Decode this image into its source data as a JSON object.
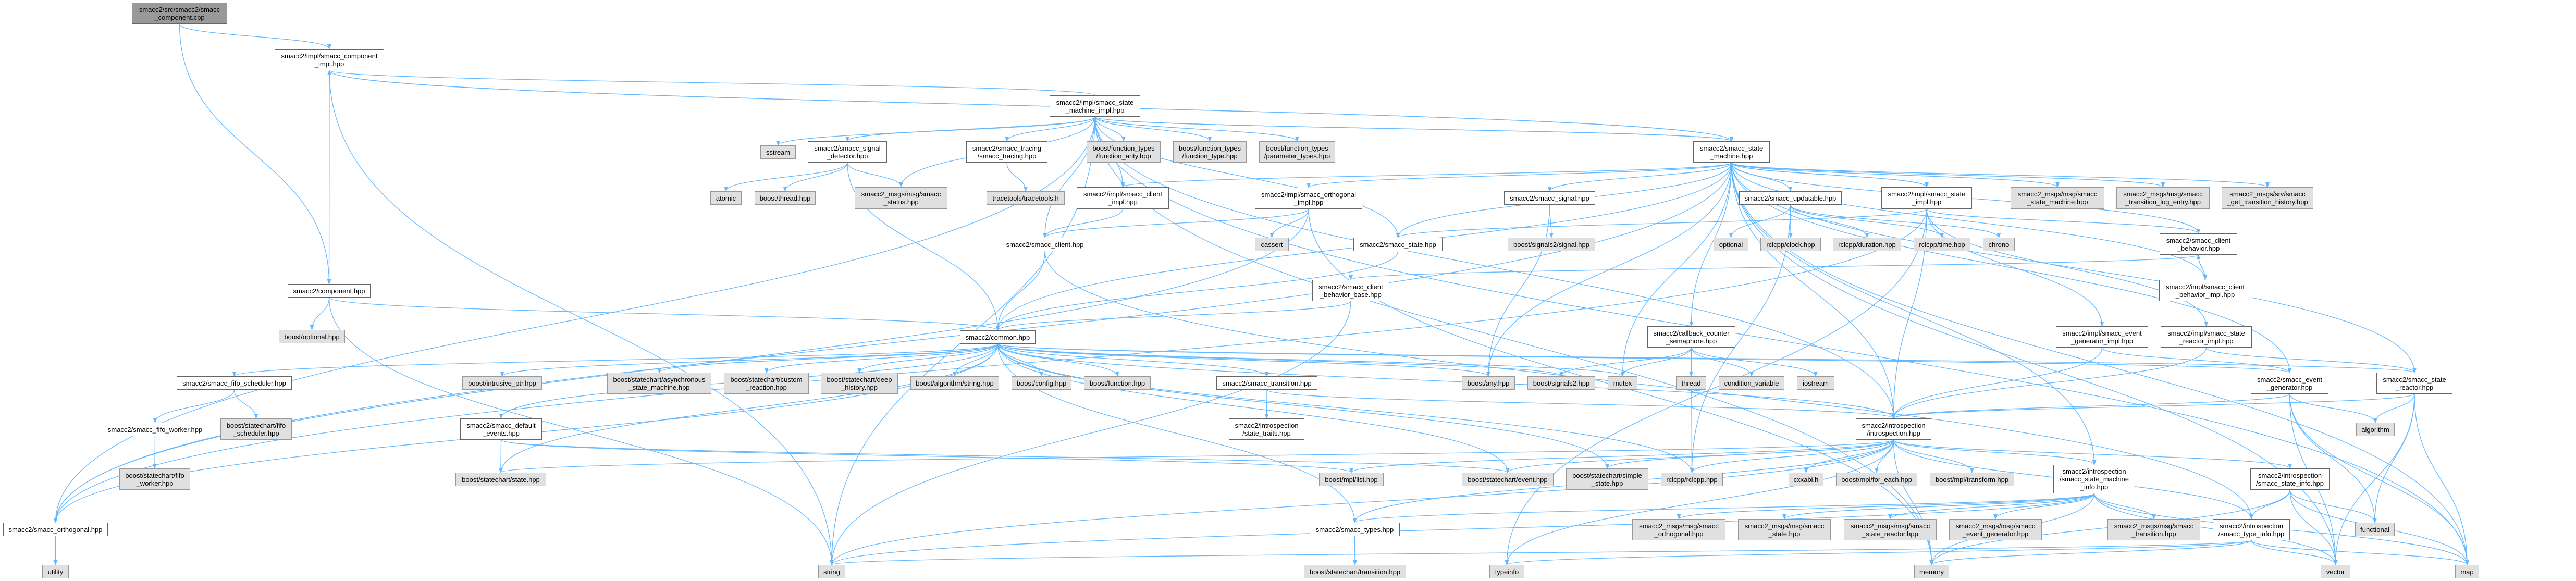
{
  "graph": {
    "title": "Include dependency graph for smacc_component.cpp",
    "edge_color": "#63b8ff",
    "colors": {
      "focus_fill": "#999999",
      "internal_fill": "#ffffff",
      "external_fill": "#e0e0e0"
    }
  },
  "nodes": [
    {
      "id": "src",
      "kind": "focus",
      "lines": [
        "smacc2/src/smacc2/smacc",
        "_component.cpp"
      ]
    },
    {
      "id": "cimpl",
      "kind": "internal",
      "lines": [
        "smacc2/impl/smacc_component",
        "_impl.hpp"
      ]
    },
    {
      "id": "comp",
      "kind": "internal",
      "lines": [
        "smacc2/component.hpp"
      ]
    },
    {
      "id": "opt",
      "kind": "external",
      "lines": [
        "boost/optional.hpp"
      ]
    },
    {
      "id": "smimpl",
      "kind": "internal",
      "lines": [
        "smacc2/impl/smacc_state",
        "_machine_impl.hpp"
      ]
    },
    {
      "id": "sstream",
      "kind": "external",
      "lines": [
        "sstream"
      ]
    },
    {
      "id": "sigdet",
      "kind": "internal",
      "lines": [
        "smacc2/smacc_signal",
        "_detector.hpp"
      ]
    },
    {
      "id": "tracing",
      "kind": "internal",
      "lines": [
        "smacc2/smacc_tracing",
        "/smacc_tracing.hpp"
      ]
    },
    {
      "id": "farity",
      "kind": "external",
      "lines": [
        "boost/function_types",
        "/function_arity.hpp"
      ]
    },
    {
      "id": "ftype",
      "kind": "external",
      "lines": [
        "boost/function_types",
        "/function_type.hpp"
      ]
    },
    {
      "id": "ptypes",
      "kind": "external",
      "lines": [
        "boost/function_types",
        "/parameter_types.hpp"
      ]
    },
    {
      "id": "sm",
      "kind": "internal",
      "lines": [
        "smacc2/smacc_state",
        "_machine.hpp"
      ]
    },
    {
      "id": "atomic",
      "kind": "external",
      "lines": [
        "atomic"
      ]
    },
    {
      "id": "bthread",
      "kind": "external",
      "lines": [
        "boost/thread.hpp"
      ]
    },
    {
      "id": "status",
      "kind": "external",
      "lines": [
        "smacc2_msgs/msg/smacc",
        "_status.hpp"
      ]
    },
    {
      "id": "tracetools",
      "kind": "external",
      "lines": [
        "tracetools/tracetools.h"
      ]
    },
    {
      "id": "climpl",
      "kind": "internal",
      "lines": [
        "smacc2/impl/smacc_client",
        "_impl.hpp"
      ]
    },
    {
      "id": "orthimpl",
      "kind": "internal",
      "lines": [
        "smacc2/impl/smacc_orthogonal",
        "_impl.hpp"
      ]
    },
    {
      "id": "signal",
      "kind": "internal",
      "lines": [
        "smacc2/smacc_signal.hpp"
      ]
    },
    {
      "id": "upd",
      "kind": "internal",
      "lines": [
        "smacc2/smacc_updatable.hpp"
      ]
    },
    {
      "id": "stimpl",
      "kind": "internal",
      "lines": [
        "smacc2/impl/smacc_state",
        "_impl.hpp"
      ]
    },
    {
      "id": "msgsm",
      "kind": "external",
      "lines": [
        "smacc2_msgs/msg/smacc",
        "_state_machine.hpp"
      ]
    },
    {
      "id": "tle",
      "kind": "external",
      "lines": [
        "smacc2_msgs/msg/smacc",
        "_transition_log_entry.hpp"
      ]
    },
    {
      "id": "gth",
      "kind": "external",
      "lines": [
        "smacc2_msgs/srv/smacc",
        "_get_transition_history.hpp"
      ]
    },
    {
      "id": "client",
      "kind": "internal",
      "lines": [
        "smacc2/smacc_client.hpp"
      ]
    },
    {
      "id": "cassert",
      "kind": "external",
      "lines": [
        "cassert"
      ]
    },
    {
      "id": "state",
      "kind": "internal",
      "lines": [
        "smacc2/smacc_state.hpp"
      ]
    },
    {
      "id": "s2sig",
      "kind": "external",
      "lines": [
        "boost/signals2/signal.hpp"
      ]
    },
    {
      "id": "optional",
      "kind": "external",
      "lines": [
        "optional"
      ]
    },
    {
      "id": "clock",
      "kind": "external",
      "lines": [
        "rclcpp/clock.hpp"
      ]
    },
    {
      "id": "duration",
      "kind": "external",
      "lines": [
        "rclcpp/duration.hpp"
      ]
    },
    {
      "id": "time",
      "kind": "external",
      "lines": [
        "rclcpp/time.hpp"
      ]
    },
    {
      "id": "chrono",
      "kind": "external",
      "lines": [
        "chrono"
      ]
    },
    {
      "id": "cb",
      "kind": "internal",
      "lines": [
        "smacc2/smacc_client",
        "_behavior.hpp"
      ]
    },
    {
      "id": "cbbase",
      "kind": "internal",
      "lines": [
        "smacc2/smacc_client",
        "_behavior_base.hpp"
      ]
    },
    {
      "id": "cbimpl",
      "kind": "internal",
      "lines": [
        "smacc2/impl/smacc_client",
        "_behavior_impl.hpp"
      ]
    },
    {
      "id": "common",
      "kind": "internal",
      "lines": [
        "smacc2/common.hpp"
      ]
    },
    {
      "id": "ccs",
      "kind": "internal",
      "lines": [
        "smacc2/callback_counter",
        "_semaphore.hpp"
      ]
    },
    {
      "id": "egimpl",
      "kind": "internal",
      "lines": [
        "smacc2/impl/smacc_event",
        "_generator_impl.hpp"
      ]
    },
    {
      "id": "srimpl",
      "kind": "internal",
      "lines": [
        "smacc2/impl/smacc_state",
        "_reactor_impl.hpp"
      ]
    },
    {
      "id": "fifos",
      "kind": "internal",
      "lines": [
        "smacc2/smacc_fifo_scheduler.hpp"
      ]
    },
    {
      "id": "intr",
      "kind": "external",
      "lines": [
        "boost/intrusive_ptr.hpp"
      ]
    },
    {
      "id": "async",
      "kind": "external",
      "lines": [
        "boost/statechart/asynchronous",
        "_state_machine.hpp"
      ]
    },
    {
      "id": "custom",
      "kind": "external",
      "lines": [
        "boost/statechart/custom",
        "_reaction.hpp"
      ]
    },
    {
      "id": "deep",
      "kind": "external",
      "lines": [
        "boost/statechart/deep",
        "_history.hpp"
      ]
    },
    {
      "id": "algstr",
      "kind": "external",
      "lines": [
        "boost/algorithm/string.hpp"
      ]
    },
    {
      "id": "config",
      "kind": "external",
      "lines": [
        "boost/config.hpp"
      ]
    },
    {
      "id": "function",
      "kind": "external",
      "lines": [
        "boost/function.hpp"
      ]
    },
    {
      "id": "trans",
      "kind": "internal",
      "lines": [
        "smacc2/smacc_transition.hpp"
      ]
    },
    {
      "id": "any",
      "kind": "external",
      "lines": [
        "boost/any.hpp"
      ]
    },
    {
      "id": "signals2",
      "kind": "external",
      "lines": [
        "boost/signals2.hpp"
      ]
    },
    {
      "id": "mutex",
      "kind": "external",
      "lines": [
        "mutex"
      ]
    },
    {
      "id": "thread",
      "kind": "external",
      "lines": [
        "thread"
      ]
    },
    {
      "id": "condvar",
      "kind": "external",
      "lines": [
        "condition_variable"
      ]
    },
    {
      "id": "iostream",
      "kind": "external",
      "lines": [
        "iostream"
      ]
    },
    {
      "id": "eg",
      "kind": "internal",
      "lines": [
        "smacc2/smacc_event",
        "_generator.hpp"
      ]
    },
    {
      "id": "sr",
      "kind": "internal",
      "lines": [
        "smacc2/smacc_state",
        "_reactor.hpp"
      ]
    },
    {
      "id": "fifow",
      "kind": "internal",
      "lines": [
        "smacc2/smacc_fifo_worker.hpp"
      ]
    },
    {
      "id": "bfifos",
      "kind": "external",
      "lines": [
        "boost/statechart/fifo",
        "_scheduler.hpp"
      ]
    },
    {
      "id": "defev",
      "kind": "internal",
      "lines": [
        "smacc2/smacc_default",
        "_events.hpp"
      ]
    },
    {
      "id": "traits",
      "kind": "internal",
      "lines": [
        "smacc2/introspection",
        "/state_traits.hpp"
      ]
    },
    {
      "id": "intro",
      "kind": "internal",
      "lines": [
        "smacc2/introspection",
        "/introspection.hpp"
      ]
    },
    {
      "id": "algorithm",
      "kind": "external",
      "lines": [
        "algorithm"
      ]
    },
    {
      "id": "bfifow",
      "kind": "external",
      "lines": [
        "boost/statechart/fifo",
        "_worker.hpp"
      ]
    },
    {
      "id": "bstate",
      "kind": "external",
      "lines": [
        "boost/statechart/state.hpp"
      ]
    },
    {
      "id": "mpllist",
      "kind": "external",
      "lines": [
        "boost/mpl/list.hpp"
      ]
    },
    {
      "id": "event",
      "kind": "external",
      "lines": [
        "boost/statechart/event.hpp"
      ]
    },
    {
      "id": "simple",
      "kind": "external",
      "lines": [
        "boost/statechart/simple",
        "_state.hpp"
      ]
    },
    {
      "id": "rclcpp",
      "kind": "external",
      "lines": [
        "rclcpp/rclcpp.hpp"
      ]
    },
    {
      "id": "cxxabi",
      "kind": "external",
      "lines": [
        "cxxabi.h"
      ]
    },
    {
      "id": "foreach",
      "kind": "external",
      "lines": [
        "boost/mpl/for_each.hpp"
      ]
    },
    {
      "id": "transform",
      "kind": "external",
      "lines": [
        "boost/mpl/transform.hpp"
      ]
    },
    {
      "id": "sminfo",
      "kind": "internal",
      "lines": [
        "smacc2/introspection",
        "/smacc_state_machine",
        "_info.hpp"
      ]
    },
    {
      "id": "stinfo",
      "kind": "internal",
      "lines": [
        "smacc2/introspection",
        "/smacc_state_info.hpp"
      ]
    },
    {
      "id": "orth",
      "kind": "internal",
      "lines": [
        "smacc2/smacc_orthogonal.hpp"
      ]
    },
    {
      "id": "types",
      "kind": "internal",
      "lines": [
        "smacc2/smacc_types.hpp"
      ]
    },
    {
      "id": "morth",
      "kind": "external",
      "lines": [
        "smacc2_msgs/msg/smacc",
        "_orthogonal.hpp"
      ]
    },
    {
      "id": "mstate",
      "kind": "external",
      "lines": [
        "smacc2_msgs/msg/smacc",
        "_state.hpp"
      ]
    },
    {
      "id": "msr",
      "kind": "external",
      "lines": [
        "smacc2_msgs/msg/smacc",
        "_state_reactor.hpp"
      ]
    },
    {
      "id": "meg",
      "kind": "external",
      "lines": [
        "smacc2_msgs/msg/smacc",
        "_event_generator.hpp"
      ]
    },
    {
      "id": "mtrans",
      "kind": "external",
      "lines": [
        "smacc2_msgs/msg/smacc",
        "_transition.hpp"
      ]
    },
    {
      "id": "tinfo",
      "kind": "internal",
      "lines": [
        "smacc2/introspection",
        "/smacc_type_info.hpp"
      ]
    },
    {
      "id": "functional",
      "kind": "external",
      "lines": [
        "functional"
      ]
    },
    {
      "id": "utility",
      "kind": "external",
      "lines": [
        "utility"
      ]
    },
    {
      "id": "string",
      "kind": "external",
      "lines": [
        "string"
      ]
    },
    {
      "id": "btrans",
      "kind": "external",
      "lines": [
        "boost/statechart/transition.hpp"
      ]
    },
    {
      "id": "typeinfo",
      "kind": "external",
      "lines": [
        "typeinfo"
      ]
    },
    {
      "id": "memory",
      "kind": "external",
      "lines": [
        "memory"
      ]
    },
    {
      "id": "vector",
      "kind": "external",
      "lines": [
        "vector"
      ]
    },
    {
      "id": "map",
      "kind": "external",
      "lines": [
        "map"
      ]
    }
  ],
  "edges": [
    [
      "src",
      "cimpl"
    ],
    [
      "src",
      "comp"
    ],
    [
      "cimpl",
      "comp"
    ],
    [
      "cimpl",
      "string"
    ],
    [
      "cimpl",
      "sm"
    ],
    [
      "comp",
      "opt"
    ],
    [
      "comp",
      "common"
    ],
    [
      "comp",
      "string"
    ],
    [
      "smimpl",
      "sstream"
    ],
    [
      "smimpl",
      "sigdet"
    ],
    [
      "smimpl",
      "status"
    ],
    [
      "smimpl",
      "tracing"
    ],
    [
      "smimpl",
      "farity"
    ],
    [
      "smimpl",
      "ftype"
    ],
    [
      "smimpl",
      "ptypes"
    ],
    [
      "smimpl",
      "sm"
    ],
    [
      "smimpl",
      "state"
    ],
    [
      "smimpl",
      "orth"
    ],
    [
      "smimpl",
      "intro"
    ],
    [
      "smimpl",
      "string"
    ],
    [
      "smimpl",
      "memory"
    ],
    [
      "smimpl",
      "map"
    ],
    [
      "smimpl",
      "cimpl"
    ],
    [
      "smimpl",
      "client"
    ],
    [
      "sigdet",
      "atomic"
    ],
    [
      "sigdet",
      "bthread"
    ],
    [
      "sigdet",
      "status"
    ],
    [
      "sigdet",
      "common"
    ],
    [
      "tracing",
      "tracetools"
    ],
    [
      "climpl",
      "client"
    ],
    [
      "climpl",
      "smimpl"
    ],
    [
      "client",
      "common"
    ],
    [
      "client",
      "tinfo"
    ],
    [
      "orthimpl",
      "client"
    ],
    [
      "orthimpl",
      "cassert"
    ],
    [
      "orthimpl",
      "orth"
    ],
    [
      "orthimpl",
      "memory"
    ],
    [
      "sm",
      "signal"
    ],
    [
      "sm",
      "upd"
    ],
    [
      "sm",
      "stimpl"
    ],
    [
      "sm",
      "msgsm"
    ],
    [
      "sm",
      "tle"
    ],
    [
      "sm",
      "gth"
    ],
    [
      "sm",
      "common"
    ],
    [
      "sm",
      "ccs"
    ],
    [
      "sm",
      "mutex"
    ],
    [
      "sm",
      "any"
    ],
    [
      "sm",
      "state"
    ],
    [
      "sm",
      "cb"
    ],
    [
      "sm",
      "sr"
    ],
    [
      "sm",
      "eg"
    ],
    [
      "sm",
      "intro"
    ],
    [
      "sm",
      "sminfo"
    ],
    [
      "sm",
      "orthimpl"
    ],
    [
      "sm",
      "climpl"
    ],
    [
      "sm",
      "smimpl"
    ],
    [
      "sm",
      "cimpl"
    ],
    [
      "sm",
      "orth"
    ],
    [
      "sm",
      "map"
    ],
    [
      "sm",
      "vector"
    ],
    [
      "signal",
      "s2sig"
    ],
    [
      "signal",
      "any"
    ],
    [
      "upd",
      "optional"
    ],
    [
      "upd",
      "clock"
    ],
    [
      "upd",
      "duration"
    ],
    [
      "upd",
      "time"
    ],
    [
      "upd",
      "chrono"
    ],
    [
      "upd",
      "rclcpp"
    ],
    [
      "stimpl",
      "sm"
    ],
    [
      "stimpl",
      "cb"
    ],
    [
      "stimpl",
      "egimpl"
    ],
    [
      "stimpl",
      "srimpl"
    ],
    [
      "stimpl",
      "intro"
    ],
    [
      "stimpl",
      "state"
    ],
    [
      "stimpl",
      "orth"
    ],
    [
      "stimpl",
      "typeinfo"
    ],
    [
      "state",
      "common"
    ],
    [
      "cb",
      "cbimpl"
    ],
    [
      "cb",
      "cbbase"
    ],
    [
      "cbimpl",
      "cb"
    ],
    [
      "cbimpl",
      "sm"
    ],
    [
      "cbbase",
      "common"
    ],
    [
      "cbbase",
      "string"
    ],
    [
      "ccs",
      "signals2"
    ],
    [
      "ccs",
      "mutex"
    ],
    [
      "ccs",
      "thread"
    ],
    [
      "ccs",
      "condvar"
    ],
    [
      "ccs",
      "iostream"
    ],
    [
      "ccs",
      "rclcpp"
    ],
    [
      "egimpl",
      "eg"
    ],
    [
      "egimpl",
      "intro"
    ],
    [
      "srimpl",
      "sr"
    ],
    [
      "srimpl",
      "intro"
    ],
    [
      "eg",
      "algorithm"
    ],
    [
      "eg",
      "functional"
    ],
    [
      "eg",
      "map"
    ],
    [
      "eg",
      "vector"
    ],
    [
      "eg",
      "intro"
    ],
    [
      "eg",
      "common"
    ],
    [
      "sr",
      "algorithm"
    ],
    [
      "sr",
      "functional"
    ],
    [
      "sr",
      "map"
    ],
    [
      "sr",
      "vector"
    ],
    [
      "sr",
      "intro"
    ],
    [
      "sr",
      "common"
    ],
    [
      "common",
      "intr"
    ],
    [
      "common",
      "async"
    ],
    [
      "common",
      "custom"
    ],
    [
      "common",
      "deep"
    ],
    [
      "common",
      "algstr"
    ],
    [
      "common",
      "config"
    ],
    [
      "common",
      "function"
    ],
    [
      "common",
      "trans"
    ],
    [
      "common",
      "any"
    ],
    [
      "common",
      "signals2"
    ],
    [
      "common",
      "mutex"
    ],
    [
      "common",
      "event"
    ],
    [
      "common",
      "bstate"
    ],
    [
      "common",
      "defev"
    ],
    [
      "common",
      "fifos"
    ],
    [
      "common",
      "orth"
    ],
    [
      "common",
      "intro"
    ],
    [
      "common",
      "types"
    ],
    [
      "common",
      "rclcpp"
    ],
    [
      "common",
      "simple"
    ],
    [
      "trans",
      "traits"
    ],
    [
      "trans",
      "intro"
    ],
    [
      "defev",
      "bstate"
    ],
    [
      "defev",
      "event"
    ],
    [
      "defev",
      "mpllist"
    ],
    [
      "fifos",
      "fifow"
    ],
    [
      "fifos",
      "bfifos"
    ],
    [
      "fifow",
      "bfifow"
    ],
    [
      "orth",
      "utility"
    ],
    [
      "intro",
      "simple"
    ],
    [
      "intro",
      "rclcpp"
    ],
    [
      "intro",
      "cxxabi"
    ],
    [
      "intro",
      "foreach"
    ],
    [
      "intro",
      "transform"
    ],
    [
      "intro",
      "sminfo"
    ],
    [
      "intro",
      "stinfo"
    ],
    [
      "intro",
      "tinfo"
    ],
    [
      "intro",
      "event"
    ],
    [
      "intro",
      "bstate"
    ],
    [
      "intro",
      "mpllist"
    ],
    [
      "intro",
      "types"
    ],
    [
      "intro",
      "typeinfo"
    ],
    [
      "intro",
      "memory"
    ],
    [
      "intro",
      "string"
    ],
    [
      "sminfo",
      "morth"
    ],
    [
      "sminfo",
      "mstate"
    ],
    [
      "sminfo",
      "msr"
    ],
    [
      "sminfo",
      "meg"
    ],
    [
      "sminfo",
      "mtrans"
    ],
    [
      "sminfo",
      "types"
    ],
    [
      "sminfo",
      "memory"
    ],
    [
      "sminfo",
      "map"
    ],
    [
      "sminfo",
      "vector"
    ],
    [
      "sminfo",
      "string"
    ],
    [
      "stinfo",
      "tinfo"
    ],
    [
      "stinfo",
      "functional"
    ],
    [
      "stinfo",
      "vector"
    ],
    [
      "stinfo",
      "map"
    ],
    [
      "stinfo",
      "memory"
    ],
    [
      "tinfo",
      "vector"
    ],
    [
      "tinfo",
      "map"
    ],
    [
      "tinfo",
      "memory"
    ],
    [
      "tinfo",
      "typeinfo"
    ],
    [
      "tinfo",
      "string"
    ],
    [
      "types",
      "btrans"
    ]
  ]
}
